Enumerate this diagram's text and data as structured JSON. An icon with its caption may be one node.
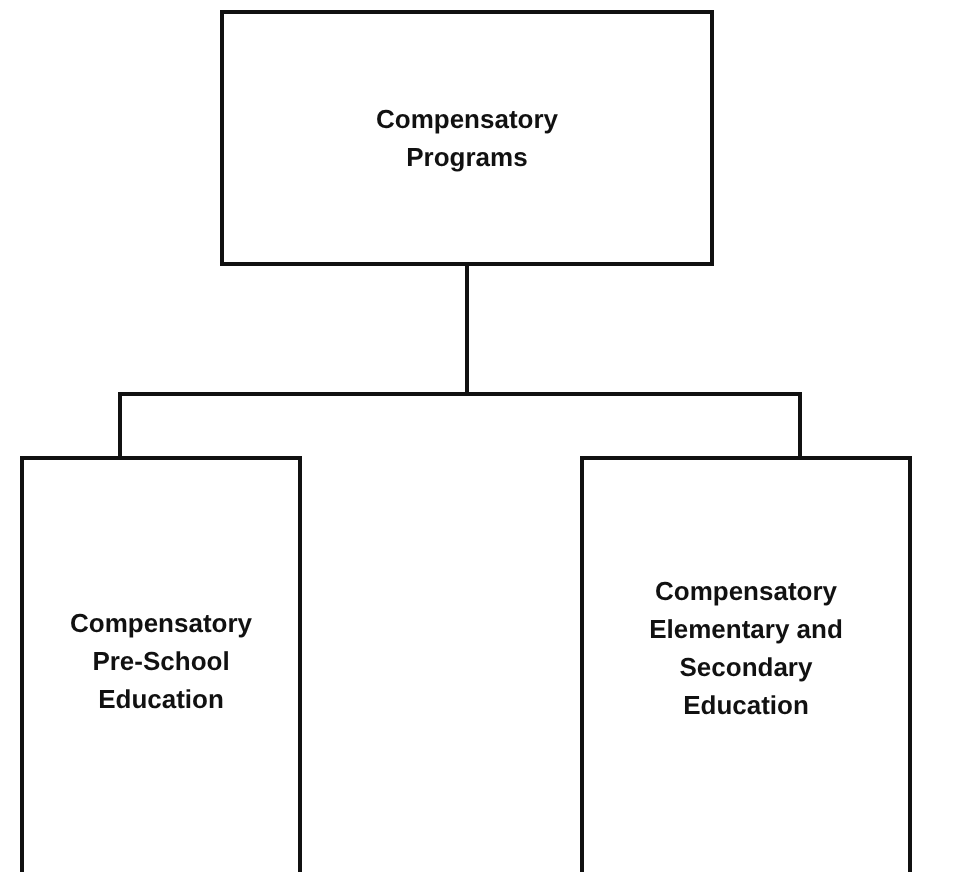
{
  "diagram": {
    "nodes": [
      {
        "text": [
          "Compensatory Programs"
        ]
      },
      {
        "text": [
          "Compensatory Pre-School Education"
        ]
      },
      {
        "text": [
          "Compensatory Elementary and Secondary Education"
        ]
      }
    ],
    "edges": [
      {
        "from": 0,
        "to": 1,
        "arrow": "none"
      },
      {
        "from": 0,
        "to": 2,
        "arrow": "none"
      }
    ]
  }
}
